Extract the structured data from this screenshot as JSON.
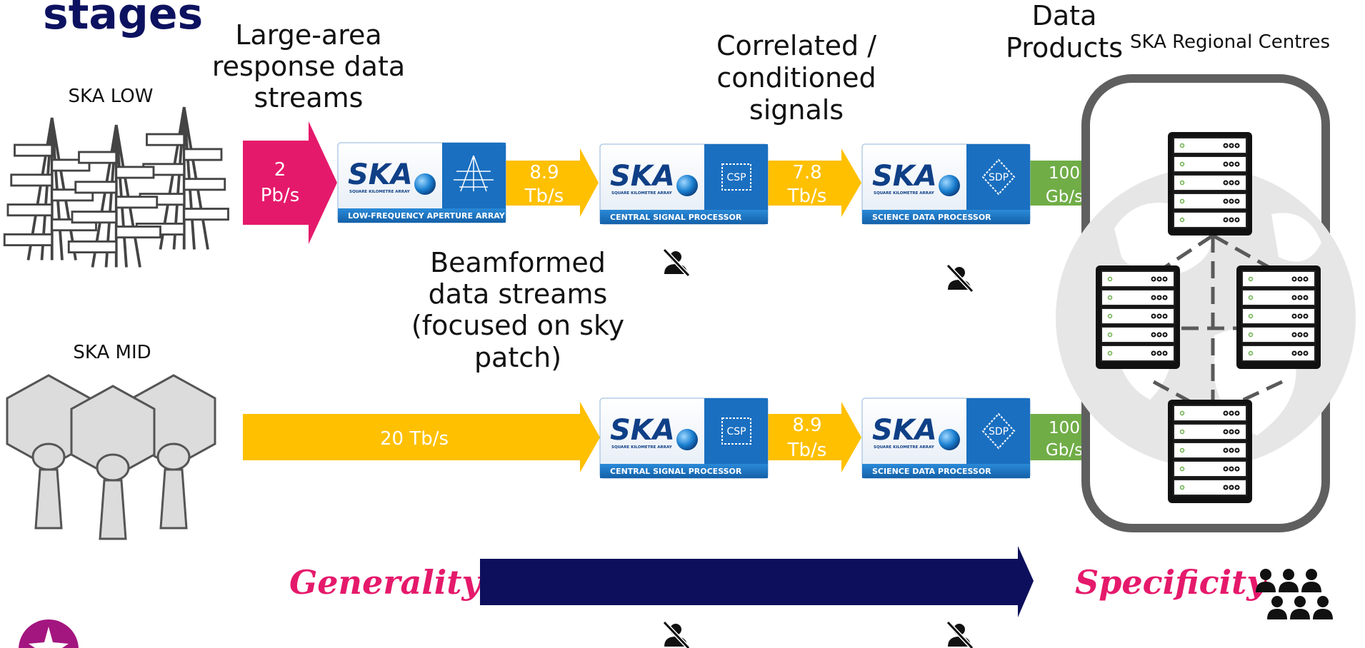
{
  "title": "stages",
  "telescopes": {
    "low_label": "SKA LOW",
    "mid_label": "SKA MID"
  },
  "captions": {
    "large_area": [
      "Large-area",
      "response data",
      "streams"
    ],
    "correlated": [
      "Correlated /",
      "conditioned",
      "signals"
    ],
    "beamformed": [
      "Beamformed",
      "data streams",
      "(focused on sky",
      "patch)"
    ],
    "data_products": [
      "Data",
      "Products"
    ],
    "regional_centres": "SKA Regional Centres"
  },
  "rates": {
    "low_input": [
      "2",
      "Pb/s"
    ],
    "low_to_csp": [
      "8.9",
      "Tb/s"
    ],
    "csp_to_sdp_low": [
      "7.8",
      "Tb/s"
    ],
    "sdp_out_low": [
      "100",
      "Gb/s"
    ],
    "mid_input": "20 Tb/s",
    "csp_to_sdp_mid": [
      "8.9",
      "Tb/s"
    ],
    "sdp_out_mid": [
      "100",
      "Gb/s"
    ]
  },
  "modules": {
    "ska_word": "SKA",
    "ska_sub": "SQUARE KILOMETRE ARRAY",
    "low_array": "LOW-FREQUENCY APERTURE ARRAY",
    "csp": "CENTRAL SIGNAL PROCESSOR",
    "sdp": "SCIENCE DATA PROCESSOR",
    "csp_badge": "CSP",
    "sdp_badge": "SDP"
  },
  "scale": {
    "generality": "Generality",
    "specificity": "Specificity"
  },
  "colors": {
    "title": "#0d1260",
    "magenta": "#e5196b",
    "amber": "#ffc000",
    "green": "#70ad47",
    "navy": "#0d0f5c",
    "module_blue": "#1a6fc0",
    "gray": "#5f5f5f"
  }
}
